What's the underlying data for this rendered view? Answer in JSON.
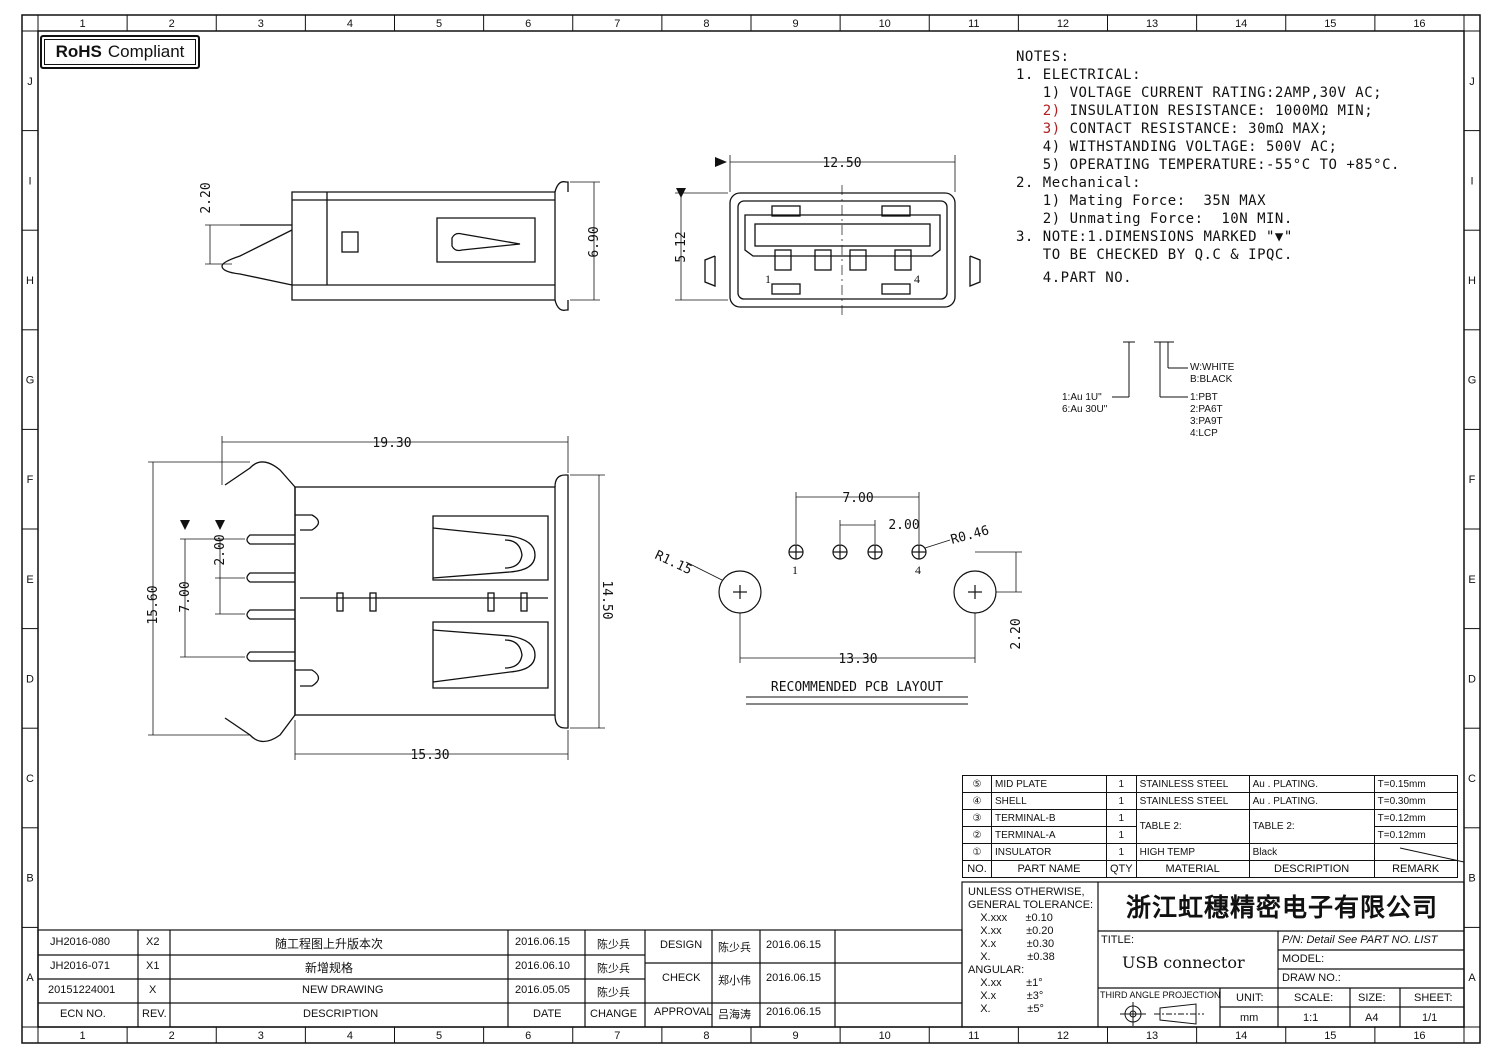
{
  "rohs": {
    "bold": "RoHS",
    "text": "Compliant"
  },
  "grid": {
    "columns": [
      "1",
      "2",
      "3",
      "4",
      "5",
      "6",
      "7",
      "8",
      "9",
      "10",
      "11",
      "12",
      "13",
      "14",
      "15",
      "16"
    ],
    "rows": [
      "J",
      "I",
      "H",
      "G",
      "F",
      "E",
      "D",
      "C",
      "B",
      "A"
    ]
  },
  "notes": {
    "title": "NOTES:",
    "lines": [
      "1. ELECTRICAL:",
      "   1) VOLTAGE CURRENT RATING:2AMP,30V AC;",
      "   2) INSULATION RESISTANCE: 1000MΩ MIN;",
      "   3) CONTACT RESISTANCE: 30mΩ MAX;",
      "   4) WITHSTANDING VOLTAGE: 500V AC;",
      "   5) OPERATING TEMPERATURE:-55°C TO +85°C.",
      "2. Mechanical:",
      "   1) Mating Force:  35N MAX",
      "   2) Unmating Force:  10N MIN.",
      "3. NOTE:1.DIMENSIONS MARKED \"▼\"",
      "   TO BE CHECKED BY Q.C & IPQC.",
      "",
      "   4.PART NO."
    ]
  },
  "part_no": {
    "plating": [
      "1:Au 1U\"",
      "6:Au 30U\""
    ],
    "color": [
      "W:WHITE",
      "B:BLACK"
    ],
    "material": [
      "1:PBT",
      "2:PA6T",
      "3:PA9T",
      "4:LCP"
    ]
  },
  "dims": {
    "side_220": "2.20",
    "side_690": "6.90",
    "front_1250": "12.50",
    "front_512": "5.12",
    "pin1": "1",
    "pin4": "4",
    "top_1930": "19.30",
    "top_1560": "15.60",
    "top_700": "7.00",
    "top_200": "2.00",
    "top_1450": "14.50",
    "top_1530": "15.30",
    "pcb_700": "7.00",
    "pcb_200": "2.00",
    "pcb_r046": "R0.46",
    "pcb_r115": "R1.15",
    "pcb_220": "2.20",
    "pcb_1330": "13.30",
    "pcb_pin1": "1",
    "pcb_pin4": "4",
    "pcb_title": "RECOMMENDED PCB LAYOUT"
  },
  "bom": {
    "rows": [
      {
        "no": "⑤",
        "name": "MID PLATE",
        "qty": "1",
        "material": "STAINLESS STEEL",
        "description": "Au . PLATING.",
        "remark": "T=0.15mm"
      },
      {
        "no": "④",
        "name": "SHELL",
        "qty": "1",
        "material": "STAINLESS STEEL",
        "description": "Au . PLATING.",
        "remark": "T=0.30mm"
      },
      {
        "no": "③",
        "name": "TERMINAL-B",
        "qty": "1",
        "material": "TABLE 2:",
        "description": "TABLE 2:",
        "remark": "T=0.12mm"
      },
      {
        "no": "②",
        "name": "TERMINAL-A",
        "qty": "1",
        "material": "",
        "description": "",
        "remark": "T=0.12mm"
      },
      {
        "no": "①",
        "name": "INSULATOR",
        "qty": "1",
        "material": "HIGH TEMP",
        "description": "Black",
        "remark": ""
      }
    ],
    "header": {
      "no": "NO.",
      "name": "PART NAME",
      "qty": "QTY",
      "material": "MATERIAL",
      "description": "DESCRIPTION",
      "remark": "REMARK"
    }
  },
  "tolerance": {
    "lines": [
      "UNLESS OTHERWISE,",
      "GENERAL TOLERANCE:",
      "    X.xxx      ±0.10",
      "    X.xx        ±0.20",
      "    X.x          ±0.30",
      "    X.            ±0.38",
      "ANGULAR:",
      "    X.xx        ±1°",
      "    X.x          ±3°",
      "    X.            ±5°"
    ]
  },
  "title_block": {
    "company": "浙江虹穗精密电子有限公司",
    "title_label": "TITLE:",
    "title": "USB connector",
    "pn_label": "P/N: Detail  See  PART  NO.  LIST",
    "model_label": "MODEL:",
    "drawno_label": "DRAW  NO.:",
    "projection": "THIRD ANGLE PROJECTION",
    "unit_label": "UNIT:",
    "unit": "mm",
    "scale_label": "SCALE:",
    "scale": "1:1",
    "size_label": "SIZE:",
    "size": "A4",
    "sheet_label": "SHEET:",
    "sheet": "1/1",
    "design_label": "DESIGN",
    "design_name": "陈少兵",
    "design_date": "2016.06.15",
    "check_label": "CHECK",
    "check_name": "郑小伟",
    "check_date": "2016.06.15",
    "approval_label": "APPROVAL",
    "approval_name": "吕海涛",
    "approval_date": "2016.06.15"
  },
  "revisions": {
    "rows": [
      {
        "ecn": "JH2016-080",
        "rev": "X2",
        "desc": "随工程图上升版本次",
        "date": "2016.06.15",
        "change": "陈少兵"
      },
      {
        "ecn": "JH2016-071",
        "rev": "X1",
        "desc": "新增规格",
        "date": "2016.06.10",
        "change": "陈少兵"
      },
      {
        "ecn": "20151224001",
        "rev": "X",
        "desc": "NEW DRAWING",
        "date": "2016.05.05",
        "change": "陈少兵"
      }
    ],
    "header": {
      "ecn": "ECN  NO.",
      "rev": "REV.",
      "desc": "DESCRIPTION",
      "date": "DATE",
      "change": "CHANGE"
    }
  }
}
